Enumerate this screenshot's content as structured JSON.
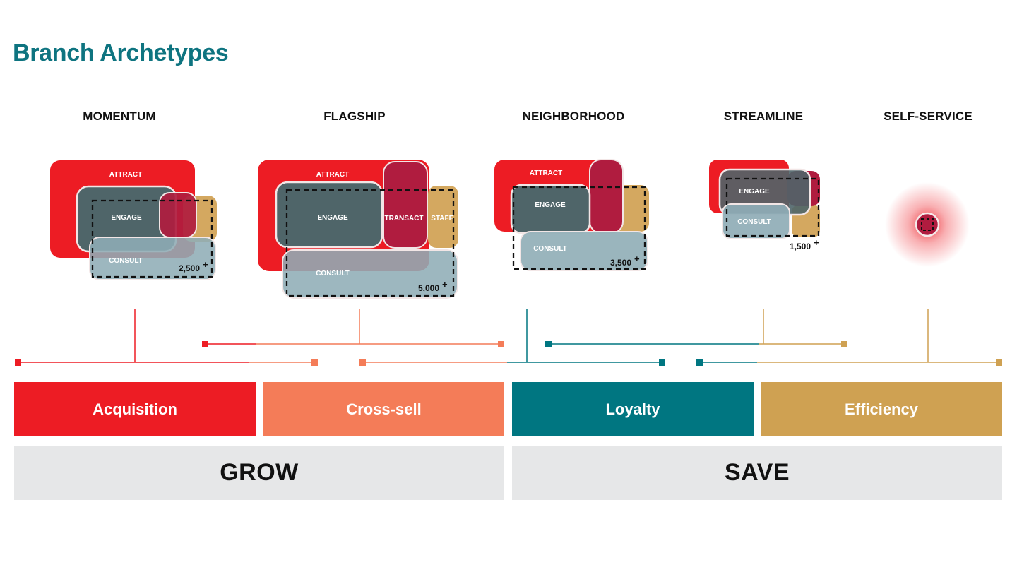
{
  "title": "Branch Archetypes",
  "archetypes": [
    {
      "name": "MOMENTUM",
      "sqft": "2,500",
      "zones": [
        "ATTRACT",
        "ENGAGE",
        "CONSULT"
      ]
    },
    {
      "name": "FLAGSHIP",
      "sqft": "5,000",
      "zones": [
        "ATTRACT",
        "ENGAGE",
        "TRANSACT",
        "STAFF",
        "CONSULT"
      ]
    },
    {
      "name": "NEIGHBORHOOD",
      "sqft": "3,500",
      "zones": [
        "ATTRACT",
        "ENGAGE",
        "CONSULT"
      ]
    },
    {
      "name": "STREAMLINE",
      "sqft": "1,500",
      "zones": [
        "ENGAGE",
        "CONSULT"
      ]
    },
    {
      "name": "SELF-SERVICE"
    }
  ],
  "plus": "+",
  "objectives": [
    {
      "label": "Acquisition",
      "color": "#ed1c24"
    },
    {
      "label": "Cross-sell",
      "color": "#f47c58"
    },
    {
      "label": "Loyalty",
      "color": "#007681"
    },
    {
      "label": "Efficiency",
      "color": "#cfa152"
    }
  ],
  "groups": [
    "GROW",
    "SAVE"
  ],
  "colors": {
    "title": "#0e7480",
    "attract": "#ed1c24",
    "engage": "#4f6569",
    "transact": "#b01c3f",
    "staff": "#d4a860",
    "consult": "#8fadb6"
  }
}
